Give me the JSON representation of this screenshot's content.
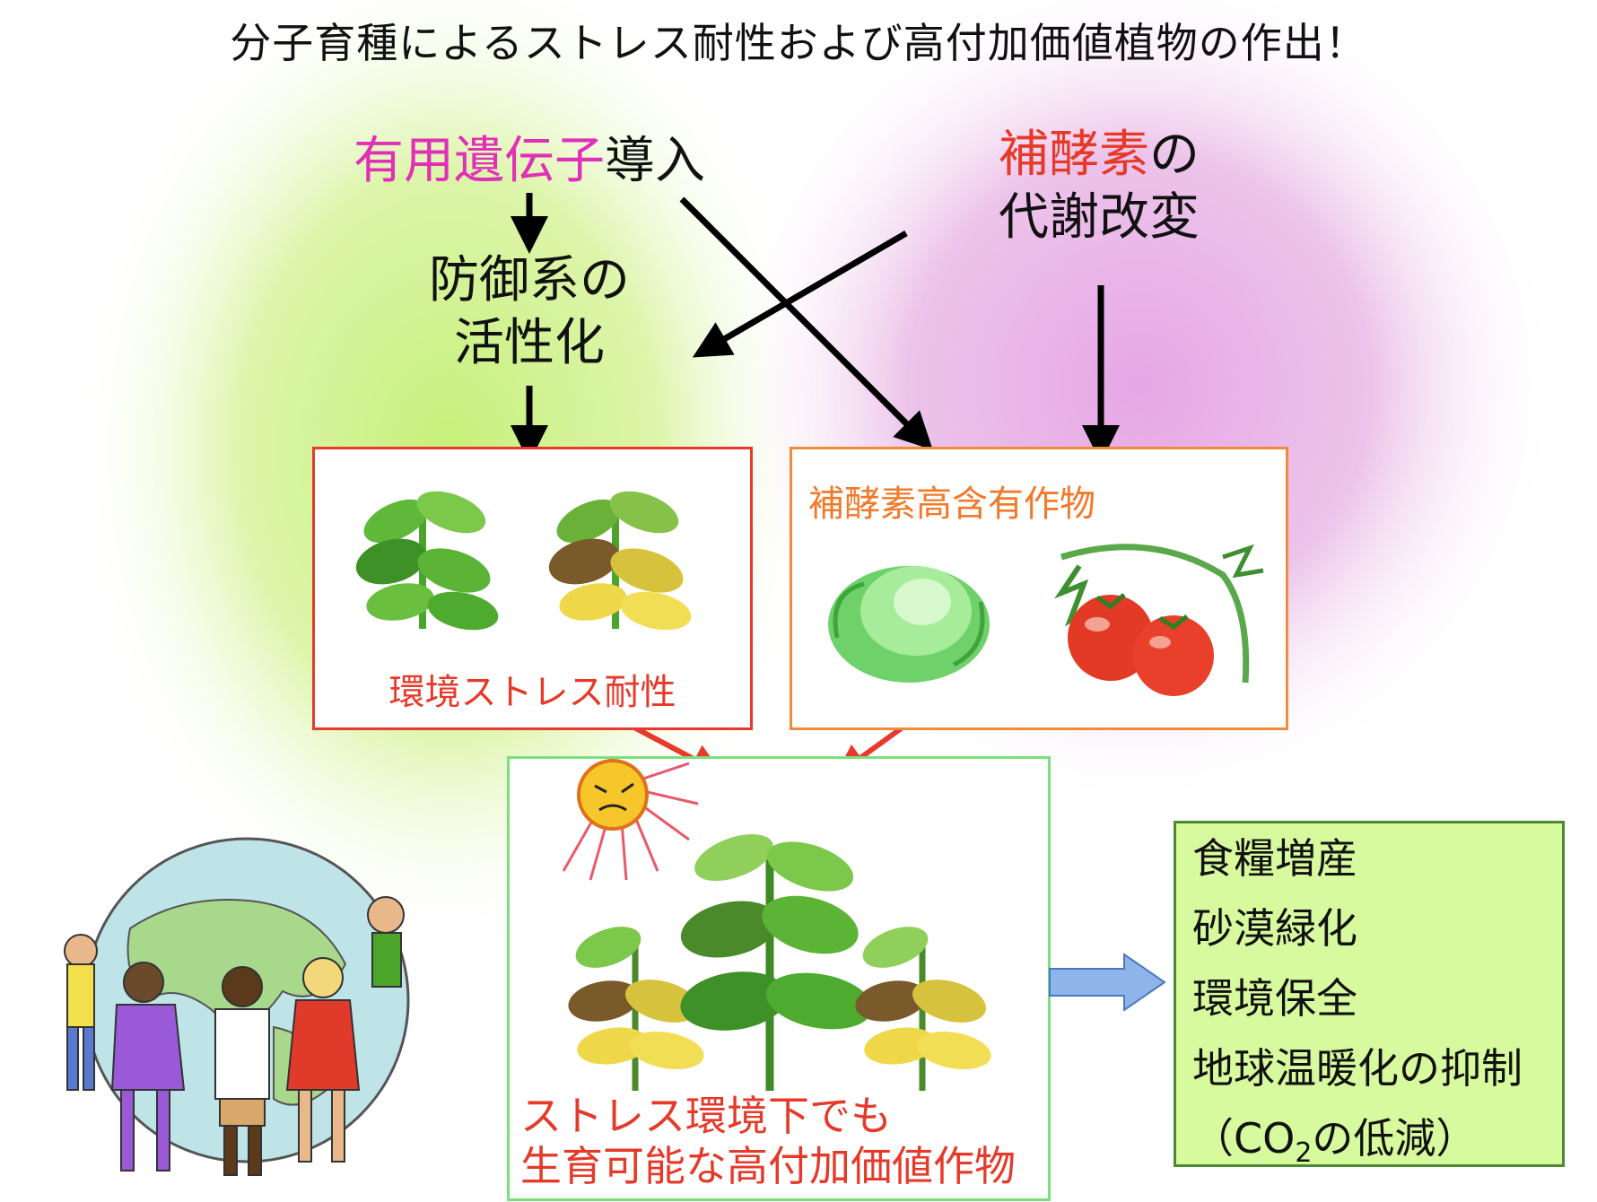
{
  "title": "分子育種によるストレス耐性および高付加価値植物の作出！",
  "gene_intro": {
    "highlight": "有用遺伝子",
    "rest": "導入"
  },
  "cofactor": {
    "highlight": "補酵素",
    "line1_rest": "の",
    "line2": "代謝改変"
  },
  "defense": {
    "line1": "防御系の",
    "line2": "活性化"
  },
  "box_stress": {
    "label": "環境ストレス耐性"
  },
  "box_cofactor": {
    "label": "補酵素高含有作物"
  },
  "box_result": {
    "line1": "ストレス環境下でも",
    "line2": "生育可能な高付加価値作物"
  },
  "outcomes": {
    "items": [
      "食糧増産",
      "砂漠緑化",
      "環境保全",
      "地球温暖化の抑制"
    ],
    "co2_prefix": "（CO",
    "co2_sub": "2",
    "co2_suffix": "の低減）"
  },
  "colors": {
    "highlight_magenta": "#e030b8",
    "highlight_red": "#e53a2a",
    "box_orange": "#f08a3c",
    "box_green": "#7be07b",
    "outcome_bg": "#d8fa9e",
    "arrow_blue": "#7aa4e0"
  },
  "icons": {
    "plants": "leafy-plant-icon",
    "cabbage": "cabbage-icon",
    "tomato": "tomato-icon",
    "sun": "angry-sun-icon",
    "globe": "globe-with-children-icon"
  }
}
